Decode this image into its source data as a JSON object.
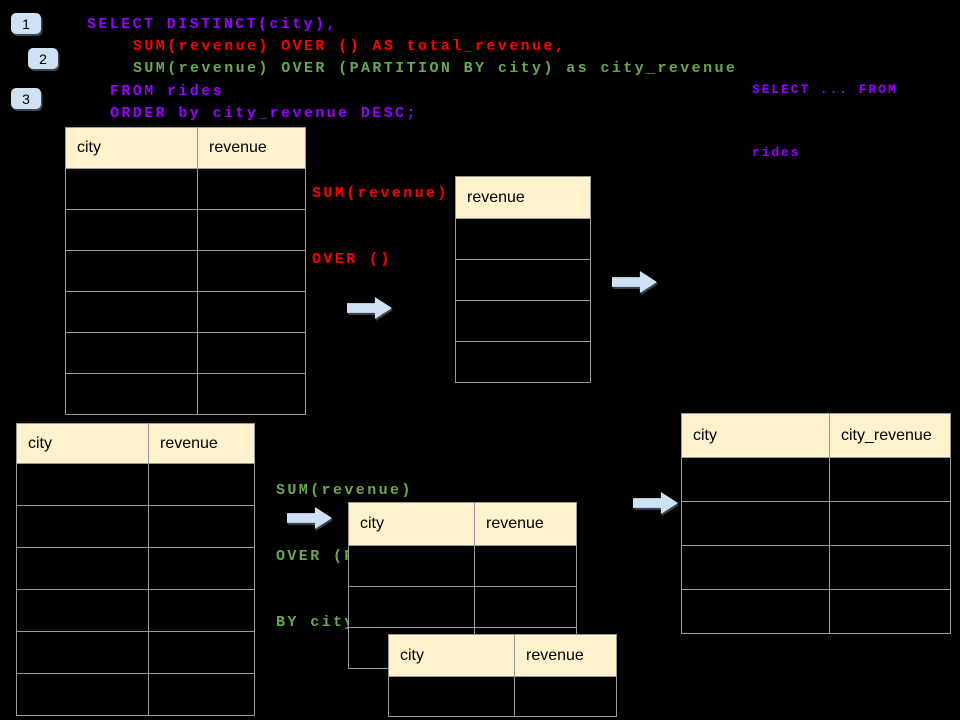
{
  "palette": {
    "background": "#000000",
    "code_purple": "#9900ff",
    "code_red": "#ff0000",
    "code_green": "#6aa84f",
    "table_header_fill": "#fff2cc",
    "table_border": "#999999",
    "accent_light_blue": "#cfe2f3"
  },
  "badges": [
    {
      "label": "1"
    },
    {
      "label": "2"
    },
    {
      "label": "3"
    }
  ],
  "sql_code": {
    "lines": [
      {
        "text": "SELECT DISTINCT(city),",
        "color": "purple"
      },
      {
        "text": "SUM(revenue) OVER () AS total_revenue,",
        "color": "red"
      },
      {
        "text": "SUM(revenue) OVER (PARTITION BY city) as city_revenue",
        "color": "green"
      },
      {
        "text": "FROM rides",
        "color": "purple"
      },
      {
        "text": "ORDER by city_revenue DESC;",
        "color": "purple"
      }
    ]
  },
  "side_note": {
    "line1": "SELECT ... FROM",
    "line2": "rides"
  },
  "annotations": {
    "total_revenue": {
      "line1": "SUM(revenue)",
      "line2": "OVER ()"
    },
    "city_revenue": {
      "line1": "SUM(revenue)",
      "line2": "OVER (PARTITION",
      "line3": "BY city)"
    }
  },
  "icons": {
    "arrow_right": "block-right-arrow"
  },
  "tables": {
    "source_top": {
      "headers": [
        "city",
        "revenue"
      ],
      "empty_rows": 6
    },
    "total_result": {
      "headers": [
        "revenue"
      ],
      "empty_rows": 4
    },
    "source_bottom": {
      "headers": [
        "city",
        "revenue"
      ],
      "empty_rows": 6
    },
    "partition_group": {
      "headers": [
        "city",
        "revenue"
      ],
      "empty_rows": 3
    },
    "partition_group_front": {
      "headers": [
        "city",
        "revenue"
      ],
      "empty_rows": 1
    },
    "city_result": {
      "headers": [
        "city",
        "city_revenue"
      ],
      "empty_rows": 4
    }
  }
}
